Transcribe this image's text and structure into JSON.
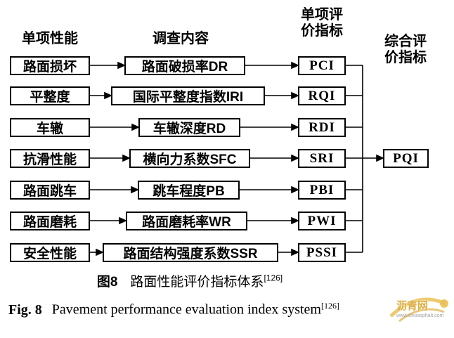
{
  "headers": {
    "performance": "单项性能",
    "survey": "调查内容",
    "single_index": {
      "line1": "单项评",
      "line2": "价指标"
    },
    "composite_index": {
      "line1": "综合评",
      "line2": "价指标"
    }
  },
  "rows": [
    {
      "performance": "路面损坏",
      "survey": "路面破损率DR",
      "index": "PCI"
    },
    {
      "performance": "平整度",
      "survey": "国际平整度指数IRI",
      "index": "RQI"
    },
    {
      "performance": "车辙",
      "survey": "车辙深度RD",
      "index": "RDI"
    },
    {
      "performance": "抗滑性能",
      "survey": "横向力系数SFC",
      "index": "SRI"
    },
    {
      "performance": "路面跳车",
      "survey": "跳车程度PB",
      "index": "PBI"
    },
    {
      "performance": "路面磨耗",
      "survey": "路面磨耗率WR",
      "index": "PWI"
    },
    {
      "performance": "安全性能",
      "survey": "路面结构强度系数SSR",
      "index": "PSSI"
    }
  ],
  "composite": {
    "index": "PQI"
  },
  "caption_cn": {
    "label": "图8",
    "text": "路面性能评价指标体系",
    "ref": "[126]"
  },
  "caption_en": {
    "label": "Fig. 8",
    "text": "Pavement performance evaluation index system",
    "ref": "[126]"
  },
  "watermark": {
    "name": "沥青网",
    "url": "www.sinoasphalt.com",
    "color": "#d9a62e"
  },
  "colors": {
    "line": "#000000",
    "background": "#ffffff"
  }
}
